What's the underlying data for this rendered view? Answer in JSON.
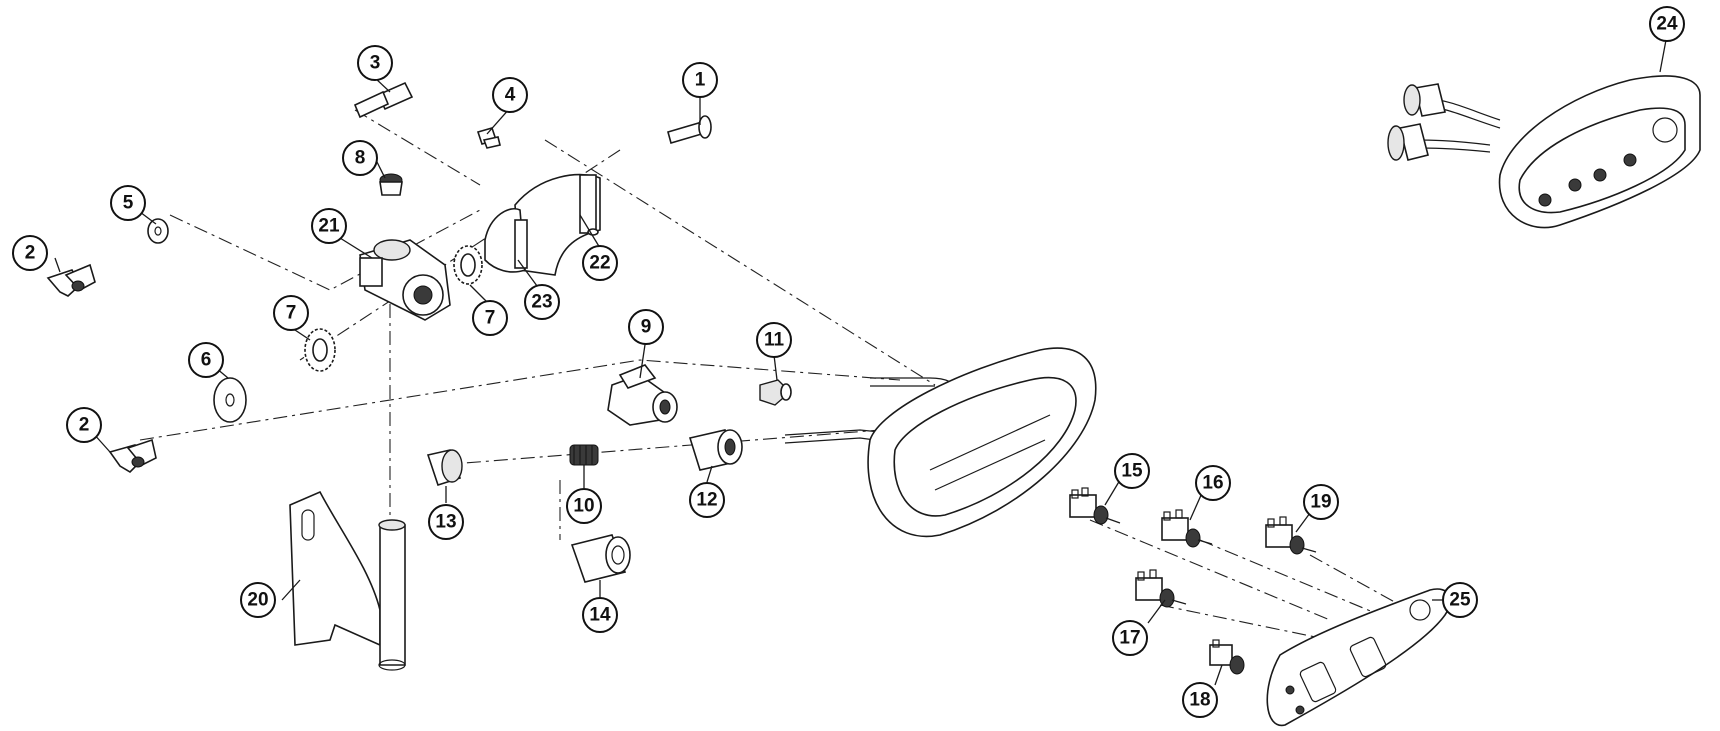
{
  "diagram": {
    "callouts": {
      "c1": "1",
      "c2a": "2",
      "c2b": "2",
      "c3": "3",
      "c4": "4",
      "c5": "5",
      "c6": "6",
      "c7a": "7",
      "c7b": "7",
      "c8": "8",
      "c9": "9",
      "c10": "10",
      "c11": "11",
      "c12": "12",
      "c13": "13",
      "c14": "14",
      "c15": "15",
      "c16": "16",
      "c17": "17",
      "c18": "18",
      "c19": "19",
      "c20": "20",
      "c21": "21",
      "c22": "22",
      "c23": "23",
      "c24": "24",
      "c25": "25"
    }
  }
}
